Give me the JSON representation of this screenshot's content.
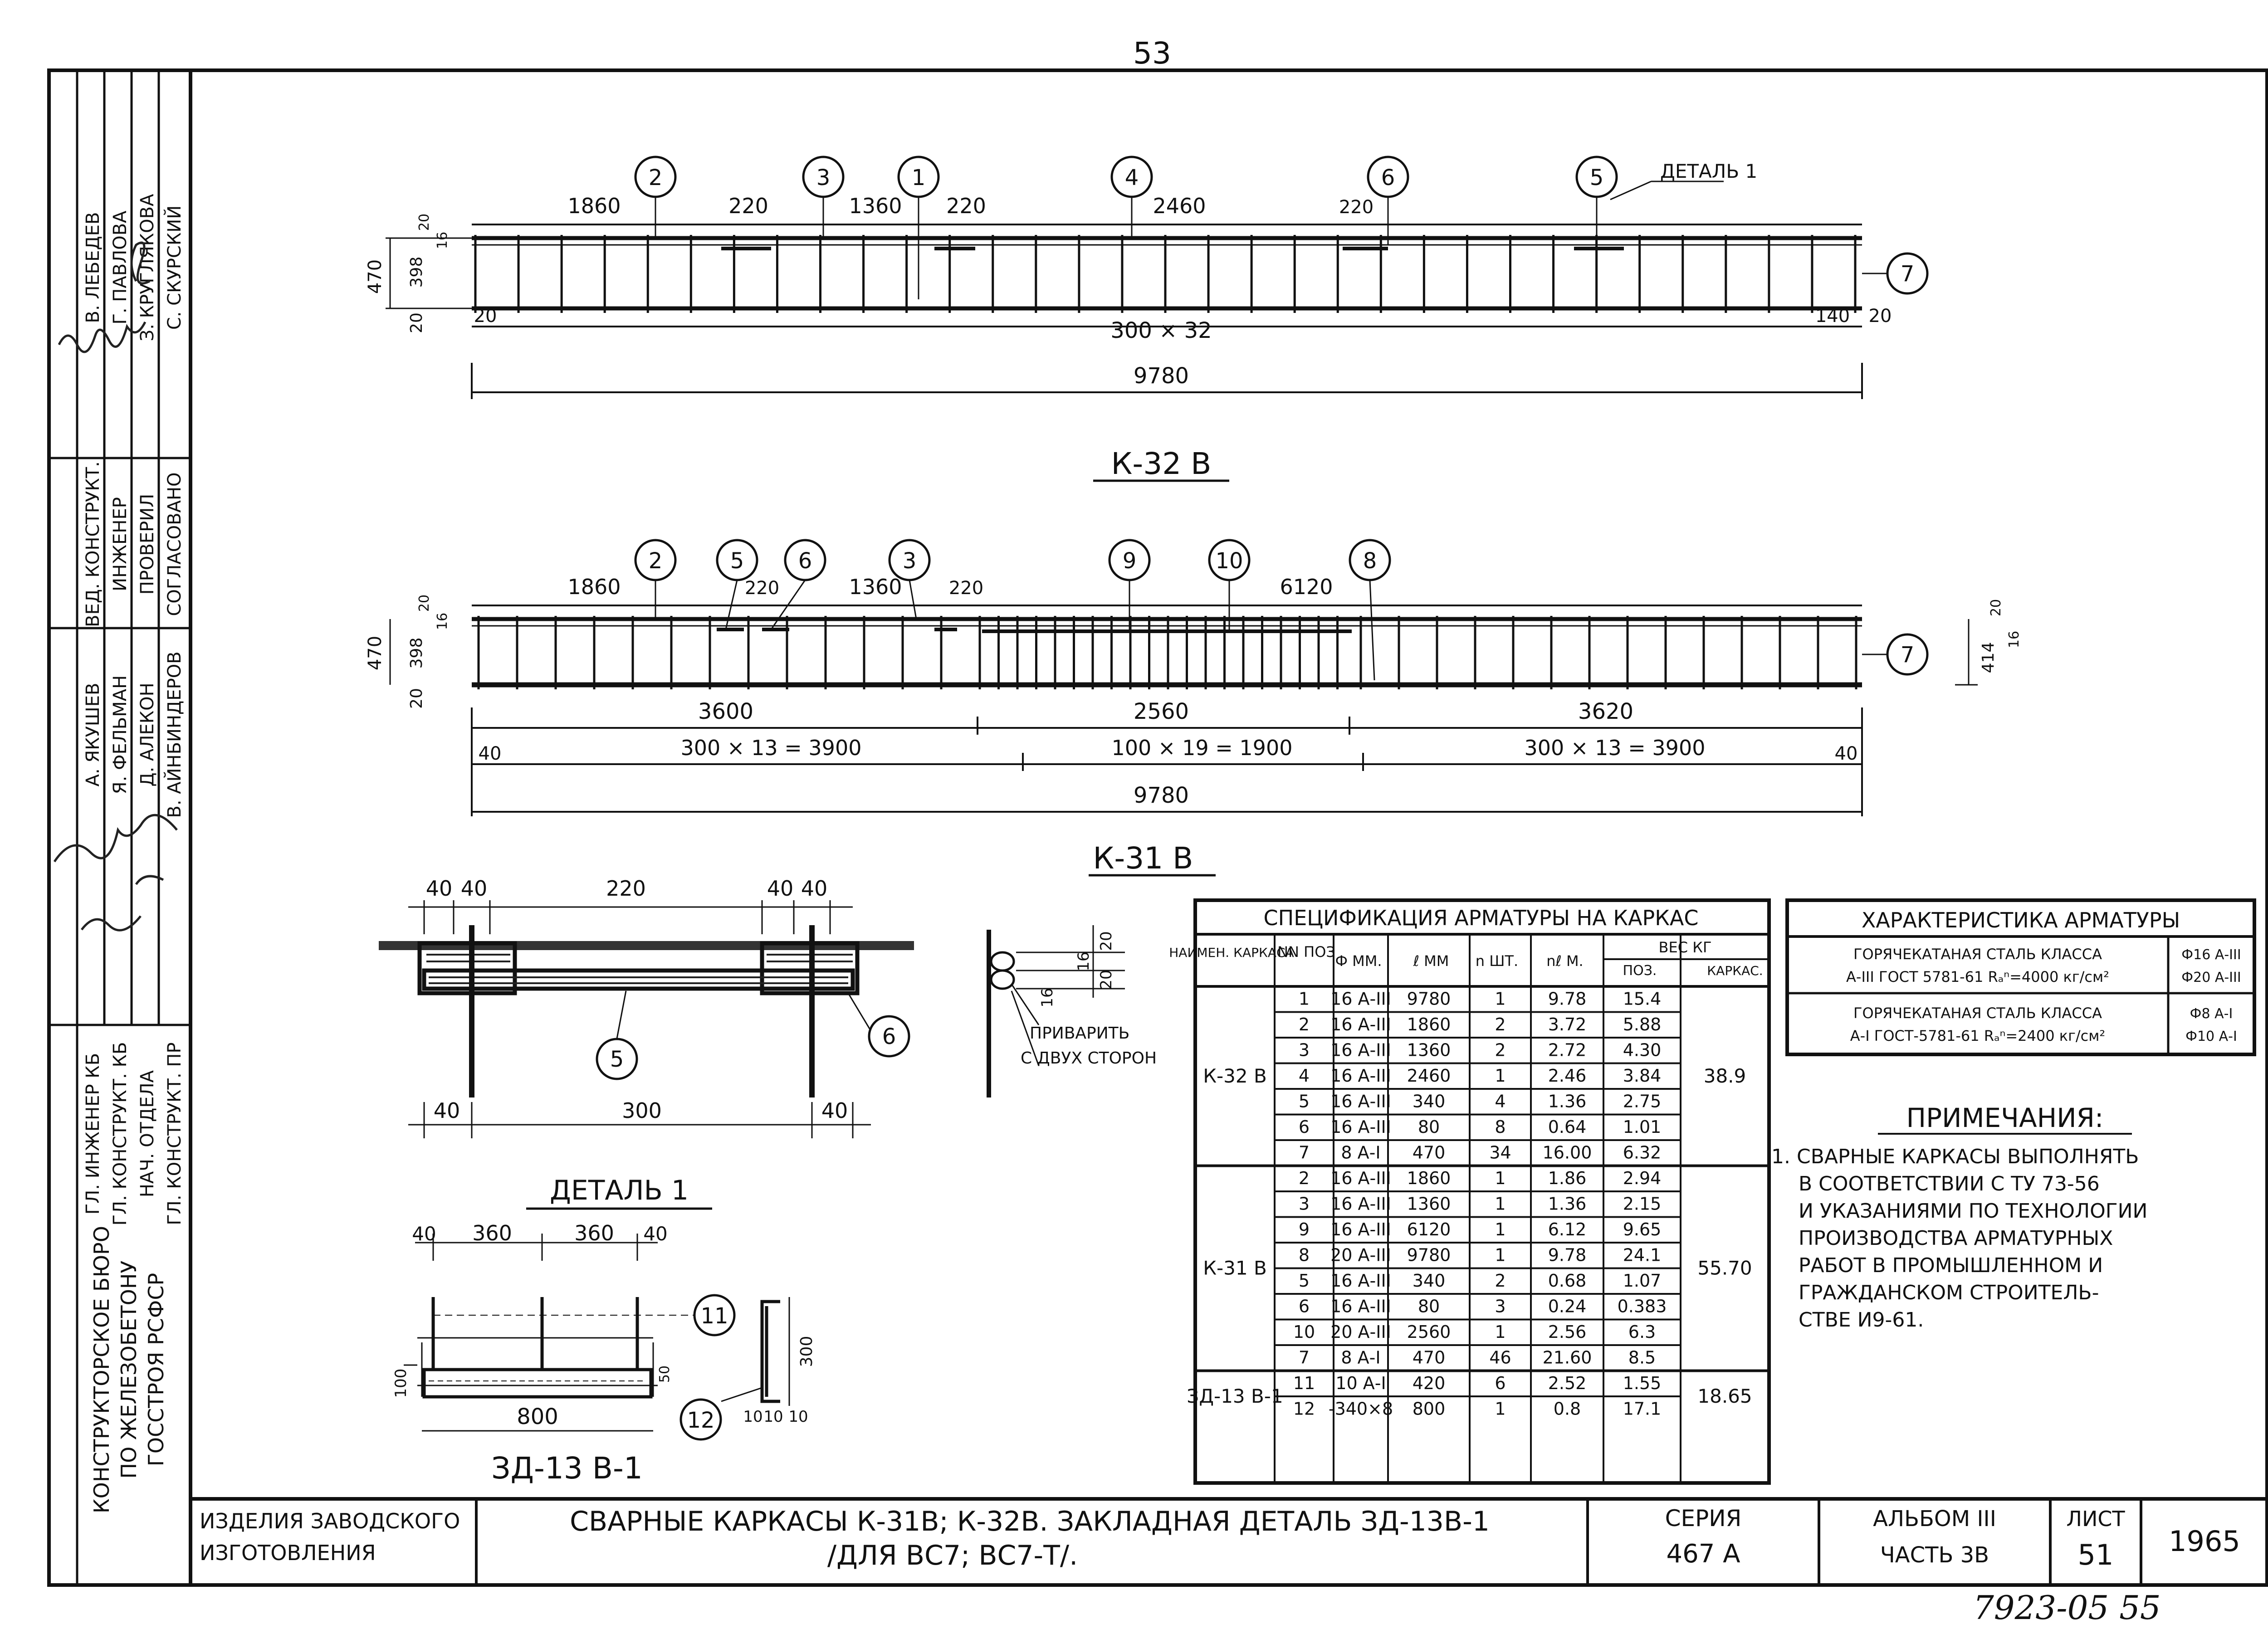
{
  "page_number": "53",
  "archive_number": "7923-05 55",
  "left_stamp": {
    "org_lines": [
      "КОНСТРУКТОРСКОЕ БЮРО",
      "ПО ЖЕЛЕЗОБЕТОНУ",
      "ГОССТРОЯ РСФСР"
    ],
    "roles": [
      "ГЛ. ИНЖЕНЕР КБ",
      "ГЛ. КОНСТРУКТ. КБ",
      "НАЧ. ОТДЕЛА",
      "ГЛ. КОНСТРУКТ. ПР",
      "ВЕД. КОНСТРУКТ.",
      "ИНЖЕНЕР",
      "ПРОВЕРИЛ",
      "СОГЛАСОВАНО"
    ],
    "names": [
      "А. ЯКУШЕВ",
      "Я. ФЕЛЬМАН",
      "Д. АЛЕКОН",
      "В. АЙНБИНДЕРОВ",
      "В. ЛЕБЕДЕВ",
      "Г. ПАВЛОВА",
      "З. КРУГЛЯКОВА",
      "С. СКУРСКИЙ"
    ]
  },
  "drawing_k32": {
    "title": "К-32 В",
    "top_dims": [
      "1860",
      "220",
      "1360",
      "220",
      "2460",
      "220"
    ],
    "marks": [
      "2",
      "3",
      "1",
      "4",
      "6",
      "5",
      "7"
    ],
    "detail_label": "ДЕТАЛЬ 1",
    "left_dims": [
      "470",
      "398",
      "16",
      "20",
      "20"
    ],
    "spacing": "300 × 32",
    "end_dims": [
      "20",
      "140",
      "20"
    ],
    "total": "9780"
  },
  "drawing_k31": {
    "title": "К-31 В",
    "top_dims": [
      "1860",
      "220",
      "1360",
      "220",
      "6120"
    ],
    "marks": [
      "2",
      "5",
      "6",
      "3",
      "9",
      "10",
      "8",
      "7"
    ],
    "left_dims": [
      "470",
      "398",
      "16",
      "20",
      "20"
    ],
    "right_dims": [
      "20",
      "414",
      "16"
    ],
    "segments": [
      "3600",
      "2560",
      "3620"
    ],
    "spacings": [
      "300 × 13 = 3900",
      "100 × 19 = 1900",
      "300 × 13 = 3900"
    ],
    "end_dims": [
      "40",
      "40"
    ],
    "total": "9780"
  },
  "detail_joint": {
    "dims_top": [
      "40",
      "40",
      "220",
      "40",
      "40"
    ],
    "dims_bottom": [
      "40",
      "300",
      "40"
    ],
    "marks": [
      "5",
      "6"
    ]
  },
  "weld_detail": {
    "dims": [
      "20",
      "16",
      "20",
      "16"
    ],
    "note": [
      "ПРИВАРИТЬ",
      "С ДВУХ СТОРОН"
    ]
  },
  "detail_1": {
    "title": "ДЕТАЛЬ 1",
    "dims_top": [
      "40",
      "360",
      "360",
      "40"
    ],
    "height": "100",
    "small": "50",
    "width": "800",
    "marks": [
      "11",
      "12"
    ],
    "hook_dims": [
      "300",
      "10",
      "10",
      "10"
    ],
    "caption": "ЗД-13 В-1"
  },
  "spec_table": {
    "title": "СПЕЦИФИКАЦИЯ АРМАТУРЫ НА КАРКАС",
    "headers": [
      "НАИМЕН. КАРКАСА",
      "NN ПОЗ",
      "Ф ММ.",
      "ℓ ММ",
      "n ШТ.",
      "nℓ М.",
      "ВЕС КГ"
    ],
    "subheaders": [
      "ПОЗ.",
      "КАРКАС."
    ],
    "groups": [
      {
        "name": "К-32 В",
        "total": "38.9",
        "rows": [
          [
            "1",
            "16 А-III",
            "9780",
            "1",
            "9.78",
            "15.4"
          ],
          [
            "2",
            "16 А-III",
            "1860",
            "2",
            "3.72",
            "5.88"
          ],
          [
            "3",
            "16 А-III",
            "1360",
            "2",
            "2.72",
            "4.30"
          ],
          [
            "4",
            "16 А-III",
            "2460",
            "1",
            "2.46",
            "3.84"
          ],
          [
            "5",
            "16 А-III",
            "340",
            "4",
            "1.36",
            "2.75"
          ],
          [
            "6",
            "16 А-III",
            "80",
            "8",
            "0.64",
            "1.01"
          ],
          [
            "7",
            "8 А-I",
            "470",
            "34",
            "16.00",
            "6.32"
          ]
        ]
      },
      {
        "name": "К-31 В",
        "total": "55.70",
        "rows": [
          [
            "2",
            "16 А-III",
            "1860",
            "1",
            "1.86",
            "2.94"
          ],
          [
            "3",
            "16 А-III",
            "1360",
            "1",
            "1.36",
            "2.15"
          ],
          [
            "9",
            "16 А-III",
            "6120",
            "1",
            "6.12",
            "9.65"
          ],
          [
            "8",
            "20 А-III",
            "9780",
            "1",
            "9.78",
            "24.1"
          ],
          [
            "5",
            "16 А-III",
            "340",
            "2",
            "0.68",
            "1.07"
          ],
          [
            "6",
            "16 А-III",
            "80",
            "3",
            "0.24",
            "0.383"
          ],
          [
            "10",
            "20 А-III",
            "2560",
            "1",
            "2.56",
            "6.3"
          ],
          [
            "7",
            "8 А-I",
            "470",
            "46",
            "21.60",
            "8.5"
          ]
        ]
      },
      {
        "name": "ЗД-13 В-1",
        "total": "18.65",
        "rows": [
          [
            "11",
            "10 А-I",
            "420",
            "6",
            "2.52",
            "1.55"
          ],
          [
            "12",
            "-340×8",
            "800",
            "1",
            "0.8",
            "17.1"
          ]
        ]
      }
    ]
  },
  "char_table": {
    "title": "ХАРАКТЕРИСТИКА АРМАТУРЫ",
    "rows": [
      {
        "desc": [
          "ГОРЯЧЕКАТАНАЯ СТАЛЬ КЛАССА",
          "А-III ГОСТ 5781-61 Rₐⁿ=4000 кг/см²"
        ],
        "sizes": [
          "Ф16 А-III",
          "Ф20 А-III"
        ]
      },
      {
        "desc": [
          "ГОРЯЧЕКАТАНАЯ СТАЛЬ КЛАССА",
          "А-I ГОСТ-5781-61 Rₐⁿ=2400 кг/см²"
        ],
        "sizes": [
          "Ф8 А-I",
          "Ф10 А-I"
        ]
      }
    ]
  },
  "notes": {
    "title": "ПРИМЕЧАНИЯ:",
    "lines": [
      "1. СВАРНЫЕ КАРКАСЫ ВЫПОЛНЯТЬ",
      "В СООТВЕТСТВИИ С ТУ 73-56",
      "И УКАЗАНИЯМИ ПО ТЕХНОЛОГИИ",
      "ПРОИЗВОДСТВА АРМАТУРНЫХ",
      "РАБОТ В ПРОМЫШЛЕННОМ И",
      "ГРАЖДАНСКОМ СТРОИТЕЛЬ-",
      "СТВЕ И9-61."
    ]
  },
  "title_block": {
    "category": [
      "ИЗДЕЛИЯ ЗАВОДСКОГО",
      "ИЗГОТОВЛЕНИЯ"
    ],
    "title": [
      "СВАРНЫЕ КАРКАСЫ К-31В; К-32В. ЗАКЛАДНАЯ ДЕТАЛЬ ЗД-13В-1",
      "/ДЛЯ ВС7; ВС7-Т/."
    ],
    "series_label": "СЕРИЯ",
    "series": "467 А",
    "album": [
      "АЛЬБОМ III",
      "ЧАСТЬ 3В"
    ],
    "sheet_label": "ЛИСТ",
    "sheet": "51",
    "year": "1965"
  }
}
